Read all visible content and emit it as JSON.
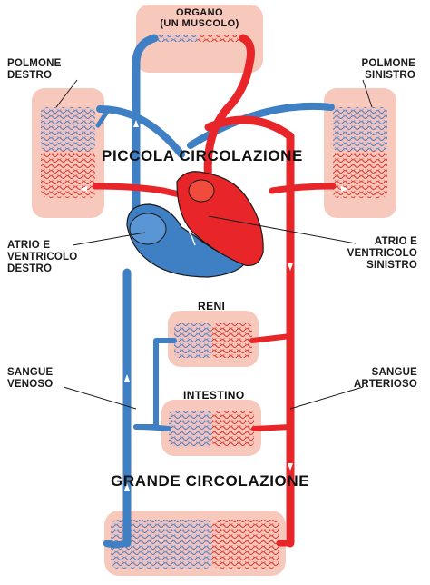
{
  "labels": {
    "organ_line1": "ORGANO",
    "organ_line2": "(UN MUSCOLO)",
    "right_lung_line1": "POLMONE",
    "right_lung_line2": "DESTRO",
    "left_lung_line1": "POLMONE",
    "left_lung_line2": "SINISTRO",
    "pulmonary_circulation": "PICCOLA CIRCOLAZIONE",
    "right_heart_line1": "ATRIO E",
    "right_heart_line2": "VENTRICOLO",
    "right_heart_line3": "DESTRO",
    "left_heart_line1": "ATRIO E",
    "left_heart_line2": "VENTRICOLO",
    "left_heart_line3": "SINISTRO",
    "kidneys": "RENI",
    "venous_line1": "SANGUE",
    "venous_line2": "VENOSO",
    "arterial_line1": "SANGUE",
    "arterial_line2": "ARTERIOSO",
    "intestine": "INTESTINO",
    "systemic_circulation": "GRANDE  CIRCOLAZIONE"
  },
  "colors": {
    "venous_blue": "#3f7fc4",
    "arterial_red": "#e8262a",
    "tissue_pink": "#f7c9bd",
    "outline": "#1a1a1a"
  }
}
